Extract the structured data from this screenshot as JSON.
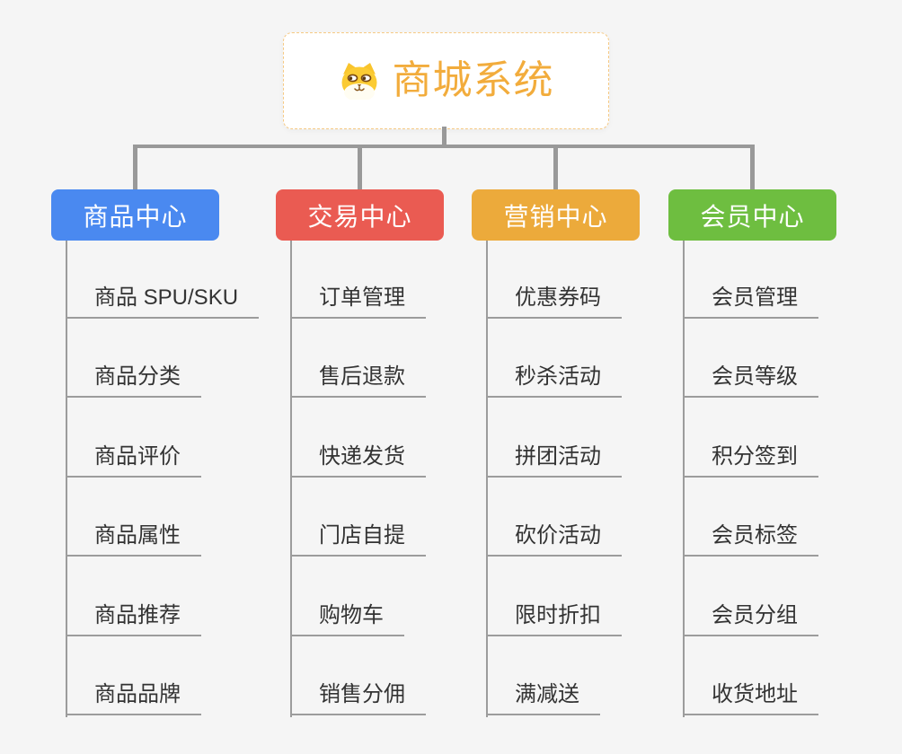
{
  "canvas": {
    "background": "#f5f5f5",
    "connector_color": "#999999"
  },
  "root": {
    "title": "商城系统",
    "icon": "shiba-dog-icon",
    "text_color": "#f2ac3c",
    "border_color": "#f6c983",
    "background": "#ffffff"
  },
  "branches": [
    {
      "label": "商品中心",
      "color": "#4a89f0",
      "children": [
        "商品 SPU/SKU",
        "商品分类",
        "商品评价",
        "商品属性",
        "商品推荐",
        "商品品牌"
      ]
    },
    {
      "label": "交易中心",
      "color": "#ea5b52",
      "children": [
        "订单管理",
        "售后退款",
        "快递发货",
        "门店自提",
        "购物车",
        "销售分佣"
      ]
    },
    {
      "label": "营销中心",
      "color": "#ecaa3b",
      "children": [
        "优惠券码",
        "秒杀活动",
        "拼团活动",
        "砍价活动",
        "限时折扣",
        "满减送"
      ]
    },
    {
      "label": "会员中心",
      "color": "#6ebe40",
      "children": [
        "会员管理",
        "会员等级",
        "积分签到",
        "会员标签",
        "会员分组",
        "收货地址"
      ]
    }
  ]
}
